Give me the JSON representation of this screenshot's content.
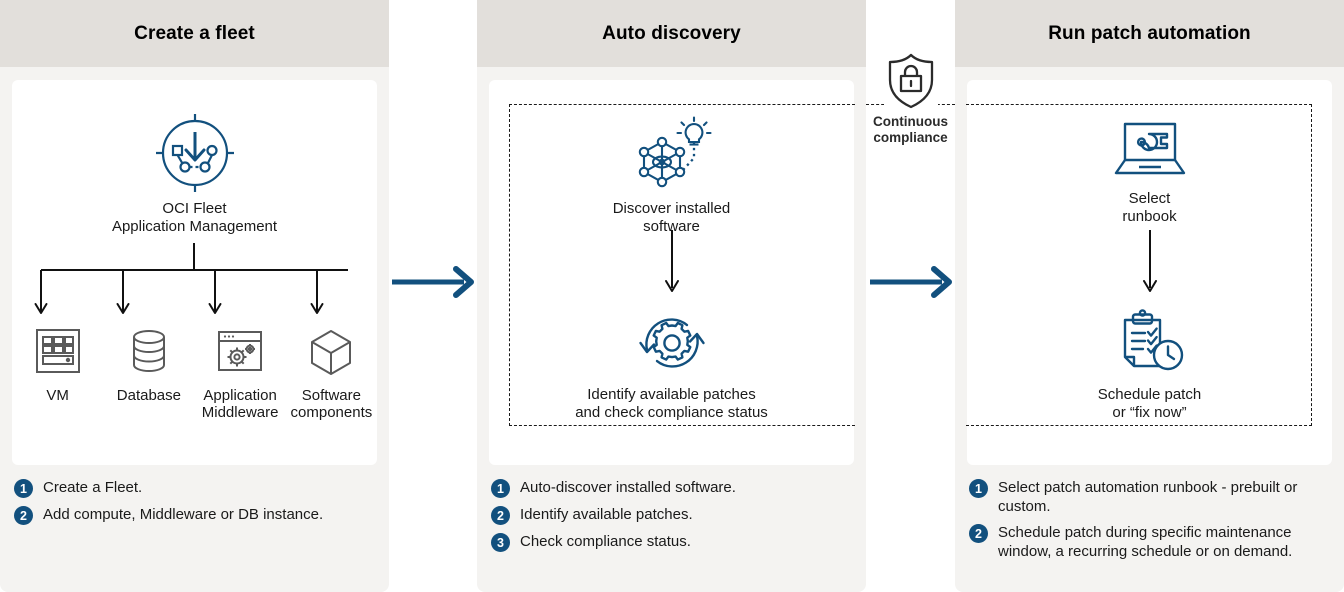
{
  "columns": [
    {
      "id": "create-a-fleet",
      "title": "Create a fleet",
      "hub": {
        "icon": "fleet-application-management-icon",
        "label_line1": "OCI Fleet",
        "label_line2": "Application Management"
      },
      "leaves": [
        {
          "icon": "vm-icon",
          "label_line1": "VM",
          "label_line2": ""
        },
        {
          "icon": "database-icon",
          "label_line1": "Database",
          "label_line2": ""
        },
        {
          "icon": "application-middleware-icon",
          "label_line1": "Application",
          "label_line2": "Middleware"
        },
        {
          "icon": "software-components-icon",
          "label_line1": "Software",
          "label_line2": "components"
        }
      ],
      "steps": [
        {
          "number": "1",
          "text": "Create a Fleet."
        },
        {
          "number": "2",
          "text": "Add compute, Middleware or DB instance."
        }
      ]
    },
    {
      "id": "auto-discovery",
      "title": "Auto discovery",
      "nodes": [
        {
          "icon": "discover-software-icon",
          "label_line1": "Discover installed",
          "label_line2": "software"
        },
        {
          "icon": "patch-compliance-gear-icon",
          "label_line1": "Identify available patches",
          "label_line2": "and check compliance status"
        }
      ],
      "steps": [
        {
          "number": "1",
          "text": "Auto-discover installed software."
        },
        {
          "number": "2",
          "text": "Identify available patches."
        },
        {
          "number": "3",
          "text": "Check compliance status."
        }
      ]
    },
    {
      "id": "run-patch-automation",
      "title": "Run patch automation",
      "nodes": [
        {
          "icon": "select-runbook-laptop-icon",
          "label_line1": "Select",
          "label_line2": "runbook"
        },
        {
          "icon": "schedule-patch-clipboard-clock-icon",
          "label_line1": "Schedule patch",
          "label_line2": "or “fix now”"
        }
      ],
      "steps": [
        {
          "number": "1",
          "text": "Select patch automation runbook - prebuilt or custom."
        },
        {
          "number": "2",
          "text": "Schedule patch during specific maintenance window, a recurring schedule or on demand."
        }
      ]
    }
  ],
  "compliance": {
    "icon": "shield-lock-icon",
    "label_line1": "Continuous",
    "label_line2": "compliance"
  },
  "connectors": {
    "arrow_1": "flow-arrow-right",
    "arrow_2": "flow-arrow-right"
  },
  "colors": {
    "accent_blue": "#12507e",
    "header_bg": "#e2dfdb",
    "panel_bg": "#f4f3f1",
    "card_bg": "#ffffff",
    "icon_gray": "#5a5a5a",
    "line_black": "#1a1a1a"
  }
}
